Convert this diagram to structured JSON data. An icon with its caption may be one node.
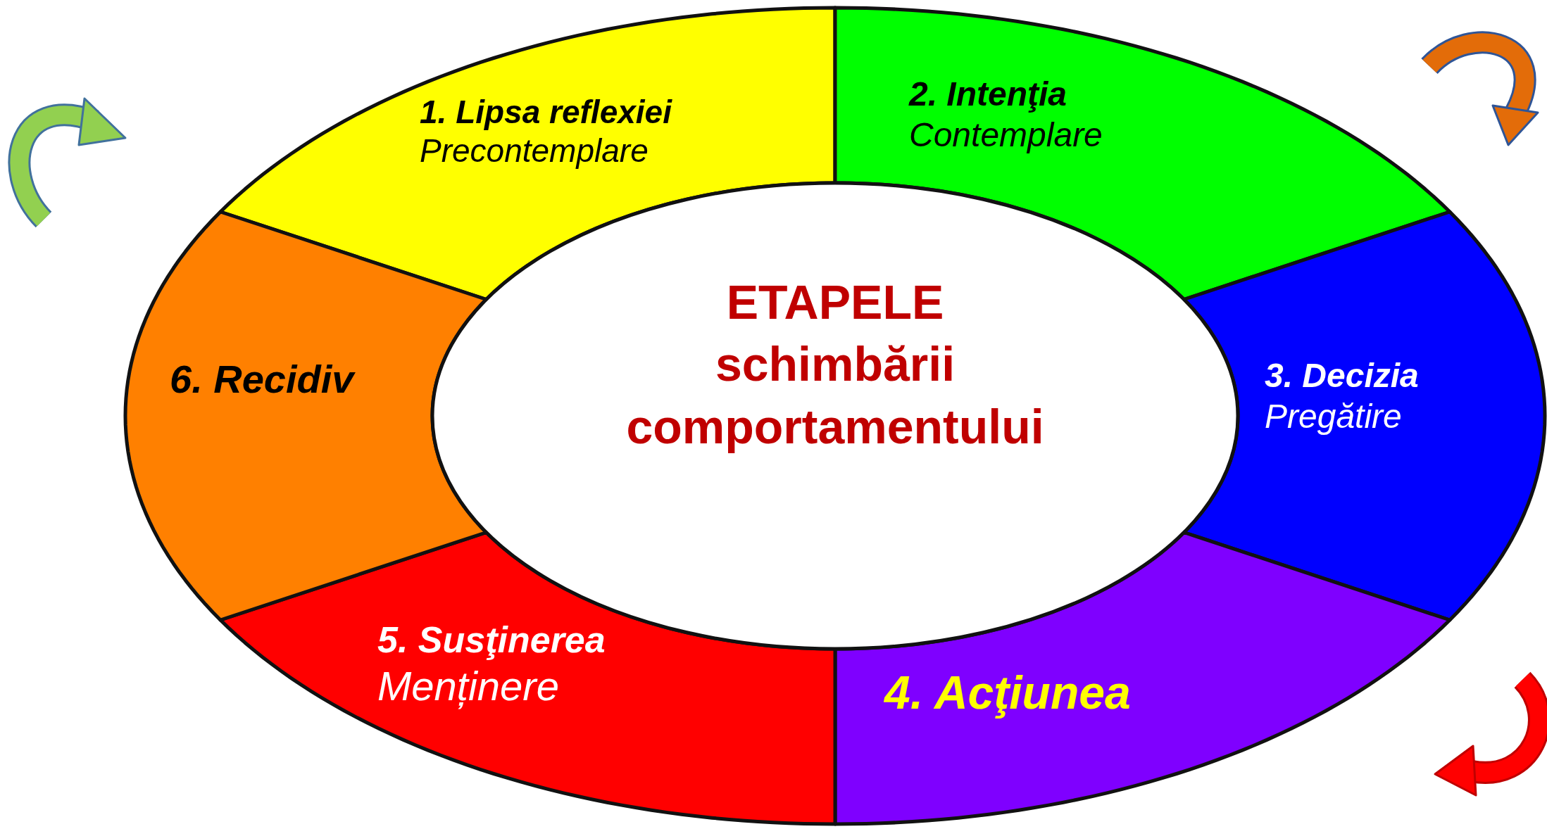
{
  "diagram": {
    "nodes": [
      {
        "text": [
          "1. Lipsa reflexiei",
          "Precontemplare"
        ]
      },
      {
        "text": [
          "2. Intenţia",
          "Contemplare"
        ]
      },
      {
        "text": [
          "3. Decizia",
          "Pregătire"
        ]
      },
      {
        "text": [
          "4. Acţiunea"
        ]
      },
      {
        "text": [
          "5. Susţinerea",
          "Menținere"
        ]
      },
      {
        "text": [
          "6. Recidiv"
        ]
      },
      {
        "text": [
          "ETAPELE schimbării comportamentului"
        ]
      }
    ]
  }
}
